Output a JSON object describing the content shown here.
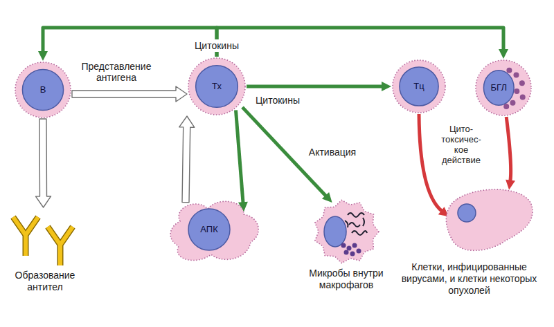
{
  "diagram": {
    "nodes": [
      {
        "text": [
          "В"
        ]
      },
      {
        "text": [
          "Тх"
        ]
      },
      {
        "text": [
          "Тц"
        ]
      },
      {
        "text": [
          "БГЛ"
        ]
      },
      {
        "text": [
          "Образование антител"
        ]
      },
      {
        "text": [
          "АПК"
        ]
      },
      {
        "text": [
          "Микробы внутри макрофагов"
        ]
      },
      {
        "text": [
          "Клетки, инфицированные вирусами, и клетки некоторых опухолей"
        ]
      }
    ],
    "edges": [
      {
        "from": 1,
        "to": 0,
        "arrow": "to"
      },
      {
        "from": 1,
        "to": 3,
        "arrow": "to"
      },
      {
        "from": 0,
        "to": 1,
        "arrow": "to",
        "label": "Представление антигена"
      },
      {
        "from": 5,
        "to": 1,
        "arrow": "to"
      },
      {
        "from": 1,
        "to": 2,
        "arrow": "to"
      },
      {
        "from": 1,
        "to": 5,
        "arrow": "to"
      },
      {
        "from": 1,
        "to": 6,
        "arrow": "to",
        "label": "Активация"
      },
      {
        "from": 2,
        "to": 7,
        "arrow": "to"
      },
      {
        "from": 3,
        "to": 7,
        "arrow": "to"
      },
      {
        "from": 0,
        "to": 4,
        "arrow": "to"
      }
    ],
    "labels": [
      "Цитокины",
      "Цитокины",
      "Цито- токсичес- кое действие"
    ]
  }
}
